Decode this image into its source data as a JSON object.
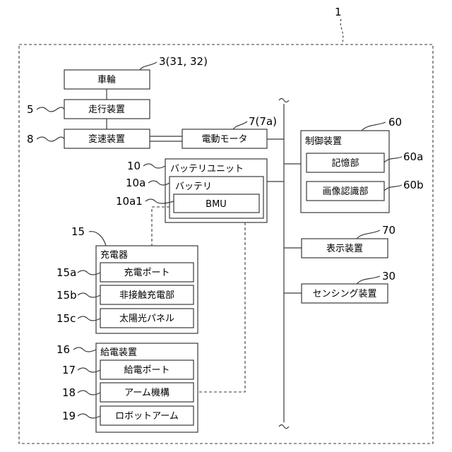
{
  "system_ref": "1",
  "wheel": {
    "label": "車輪",
    "ref": "3(31, 32)"
  },
  "travel_device": {
    "label": "走行装置",
    "ref": "5"
  },
  "transmission": {
    "label": "変速装置",
    "ref": "8"
  },
  "electric_motor": {
    "label": "電動モータ",
    "ref": "7(7a)"
  },
  "control_device": {
    "label": "制御装置",
    "ref": "60",
    "storage": {
      "label": "記憶部",
      "ref": "60a"
    },
    "image_recognition": {
      "label": "画像認識部",
      "ref": "60b"
    }
  },
  "battery_unit": {
    "label": "バッテリユニット",
    "ref": "10",
    "battery": {
      "label": "バッテリ",
      "ref": "10a"
    },
    "bmu": {
      "label": "BMU",
      "ref": "10a1"
    }
  },
  "charger": {
    "label": "充電器",
    "ref": "15",
    "items": [
      {
        "label": "充電ポート",
        "ref": "15a"
      },
      {
        "label": "非接触充電部",
        "ref": "15b"
      },
      {
        "label": "太陽光パネル",
        "ref": "15c"
      }
    ]
  },
  "display_device": {
    "label": "表示装置",
    "ref": "70"
  },
  "sensing_device": {
    "label": "センシング装置",
    "ref": "30"
  },
  "power_supply": {
    "label": "給電装置",
    "ref": "16",
    "items": [
      {
        "label": "給電ポート",
        "ref": "17"
      },
      {
        "label": "アーム機構",
        "ref": "18"
      },
      {
        "label": "ロボットアーム",
        "ref": "19"
      }
    ]
  }
}
